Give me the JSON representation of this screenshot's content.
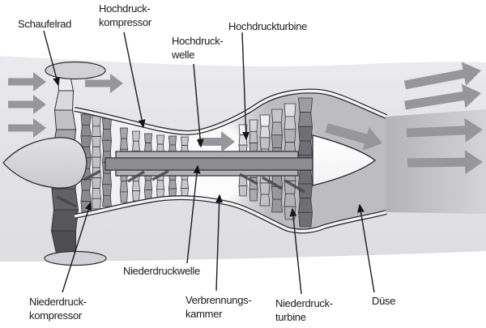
{
  "diagram": {
    "subject": "jet-engine-cross-section",
    "labels": {
      "schaufelrad": {
        "line1": "Schaufelrad"
      },
      "hochdruck_kompressor": {
        "line1": "Hochdruck-",
        "line2": "kompressor"
      },
      "hochdruck_welle": {
        "line1": "Hochdruck-",
        "line2": "welle"
      },
      "hochdruckturbine": {
        "line1": "Hochdruckturbine"
      },
      "niederdruck_kompressor": {
        "line1": "Niederdruck-",
        "line2": "kompressor"
      },
      "niederdruckwelle": {
        "line1": "Niederdruckwelle"
      },
      "verbrennungskammer": {
        "line1": "Verbrennungs-",
        "line2": "kammer"
      },
      "niederdruck_turbine": {
        "line1": "Niederdruck-",
        "line2": "turbine"
      },
      "duese": {
        "line1": "Düse"
      }
    },
    "colors": {
      "background": "#ffffff",
      "air_band": "#e4e4e7",
      "flow_arrow": "#97979b",
      "exhaust_plume": "#b4b4b8",
      "casing_outline": "#2e2e32",
      "combustion_chamber": "#ffffff",
      "blade_dark": "#5a5a5f",
      "blade_light": "#c8c8cc",
      "shaft_outer": "#b2b2b6",
      "shaft_inner": "#8e8e92",
      "label_text": "#1a1a1a"
    }
  }
}
